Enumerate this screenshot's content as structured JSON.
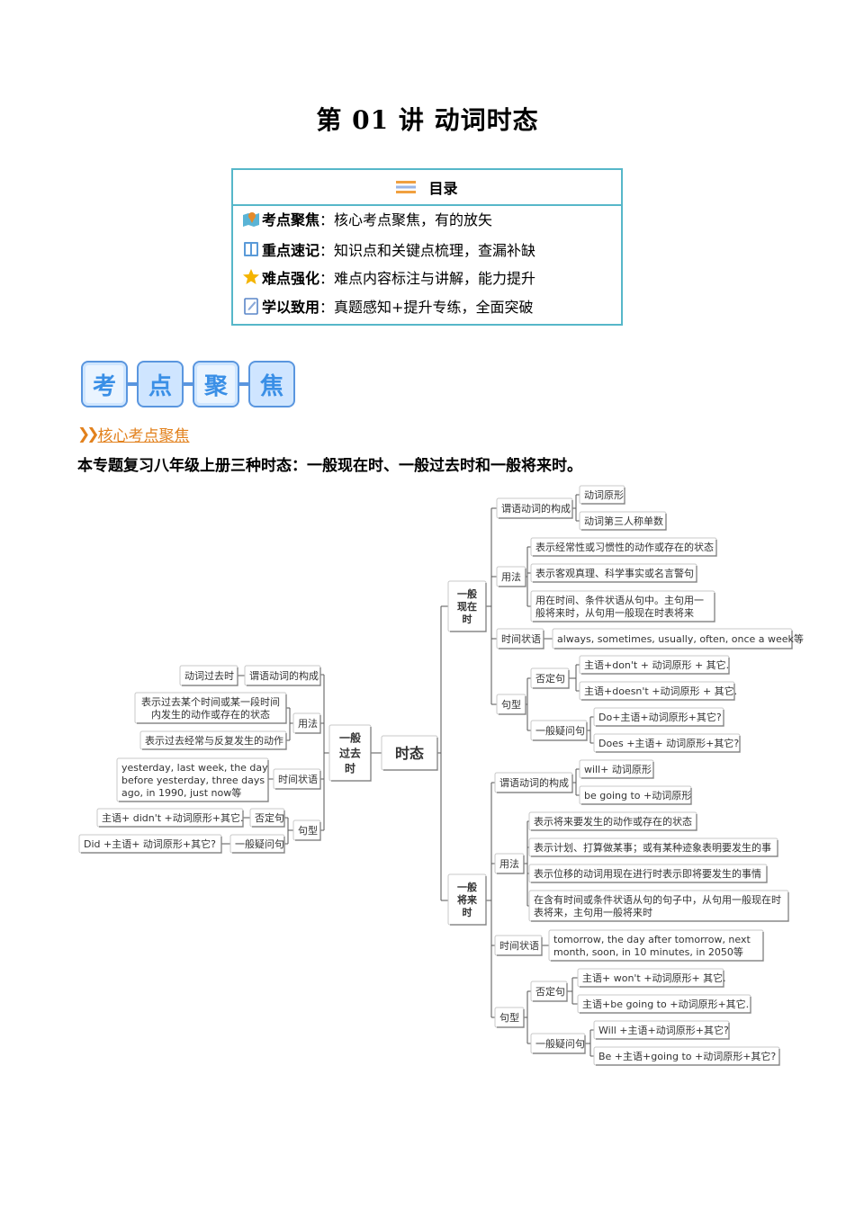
{
  "title": "第 01 讲 动词时态",
  "toc": {
    "heading": "目录",
    "rows": [
      {
        "key": "考点聚焦",
        "sep": "：",
        "desc": "核心考点聚焦，有的放矢",
        "icon": "map-pin-icon"
      },
      {
        "key": "重点速记",
        "sep": "：",
        "desc": "知识点和关键点梳理，查漏补缺",
        "icon": "book-icon"
      },
      {
        "key": "难点强化",
        "sep": "：",
        "desc": "难点内容标注与讲解，能力提升",
        "icon": "star-icon"
      },
      {
        "key": "学以致用",
        "sep": "：",
        "desc": "真题感知+提升专练，全面突破",
        "icon": "notepad-icon"
      }
    ]
  },
  "section_tiles": [
    "考",
    "点",
    "聚",
    "焦"
  ],
  "section_heading": "核心考点聚焦",
  "intro": "本专题复习八年级上册三种时态：一般现在时、一般过去时和一般将来时。",
  "colors": {
    "toc_border": "#56b7c9",
    "tile_blue": "#3a8fe6",
    "heading_orange": "#e2811d",
    "line": "#444444"
  },
  "mindmap": {
    "root": "时态",
    "present": {
      "label": [
        "一般",
        "现在",
        "时"
      ],
      "verb_form": {
        "label": "谓语动词的构成",
        "items": [
          "动词原形",
          "动词第三人称单数"
        ]
      },
      "usage": {
        "label": "用法",
        "items": [
          [
            "表示经常性或习惯性的动作或存在的状态"
          ],
          [
            "表示客观真理、科学事实或名言警句"
          ],
          [
            "用在时间、条件状语从句中。主句用一",
            "般将来时，从句用一般现在时表将来"
          ]
        ]
      },
      "time_adv": {
        "label": "时间状语",
        "text": "always, sometimes, usually, often, once a week等"
      },
      "sentence": {
        "label": "句型",
        "negative": {
          "label": "否定句",
          "items": [
            "主语+don't + 动词原形 + 其它.",
            "主语+doesn't +动词原形 + 其它."
          ]
        },
        "question": {
          "label": "一般疑问句",
          "items": [
            "Do+主语+动词原形+其它?",
            "Does +主语+ 动词原形+其它?"
          ]
        }
      }
    },
    "past": {
      "label": [
        "一般",
        "过去",
        "时"
      ],
      "verb_form": {
        "label": "谓语动词的构成",
        "item": "动词过去时"
      },
      "usage": {
        "label": "用法",
        "items": [
          [
            "表示过去某个时间或某一段时间",
            "内发生的动作或存在的状态"
          ],
          [
            "表示过去经常与反复发生的动作"
          ]
        ]
      },
      "time_adv": {
        "label": "时间状语",
        "text": [
          "yesterday,  last week,  the day",
          "before yesterday,  three days",
          "ago,  in 1990,  just now等"
        ]
      },
      "sentence": {
        "label": "句型",
        "negative": {
          "label": "否定句",
          "item": "主语+ didn't +动词原形+其它."
        },
        "question": {
          "label": "一般疑问句",
          "item": "Did +主语+ 动词原形+其它?"
        }
      }
    },
    "future": {
      "label": [
        "一般",
        "将来",
        "时"
      ],
      "verb_form": {
        "label": "谓语动词的构成",
        "items": [
          "will+ 动词原形",
          "be going to +动词原形"
        ]
      },
      "usage": {
        "label": "用法",
        "items": [
          [
            "表示将来要发生的动作或存在的状态"
          ],
          [
            "表示计划、打算做某事；或有某种迹象表明要发生的事"
          ],
          [
            "表示位移的动词用现在进行时表示即将要发生的事情"
          ],
          [
            "在含有时间或条件状语从句的句子中，从句用一般现在时",
            "表将来，主句用一般将来时"
          ]
        ]
      },
      "time_adv": {
        "label": "时间状语",
        "text": [
          "tomorrow, the day after tomorrow, next",
          "month, soon, in 10 minutes, in 2050等"
        ]
      },
      "sentence": {
        "label": "句型",
        "negative": {
          "label": "否定句",
          "items": [
            "主语+ won't +动词原形+ 其它.",
            "主语+be going to +动词原形+其它."
          ]
        },
        "question": {
          "label": "一般疑问句",
          "items": [
            "Will +主语+动词原形+其它?",
            "Be +主语+going to +动词原形+其它?"
          ]
        }
      }
    }
  }
}
